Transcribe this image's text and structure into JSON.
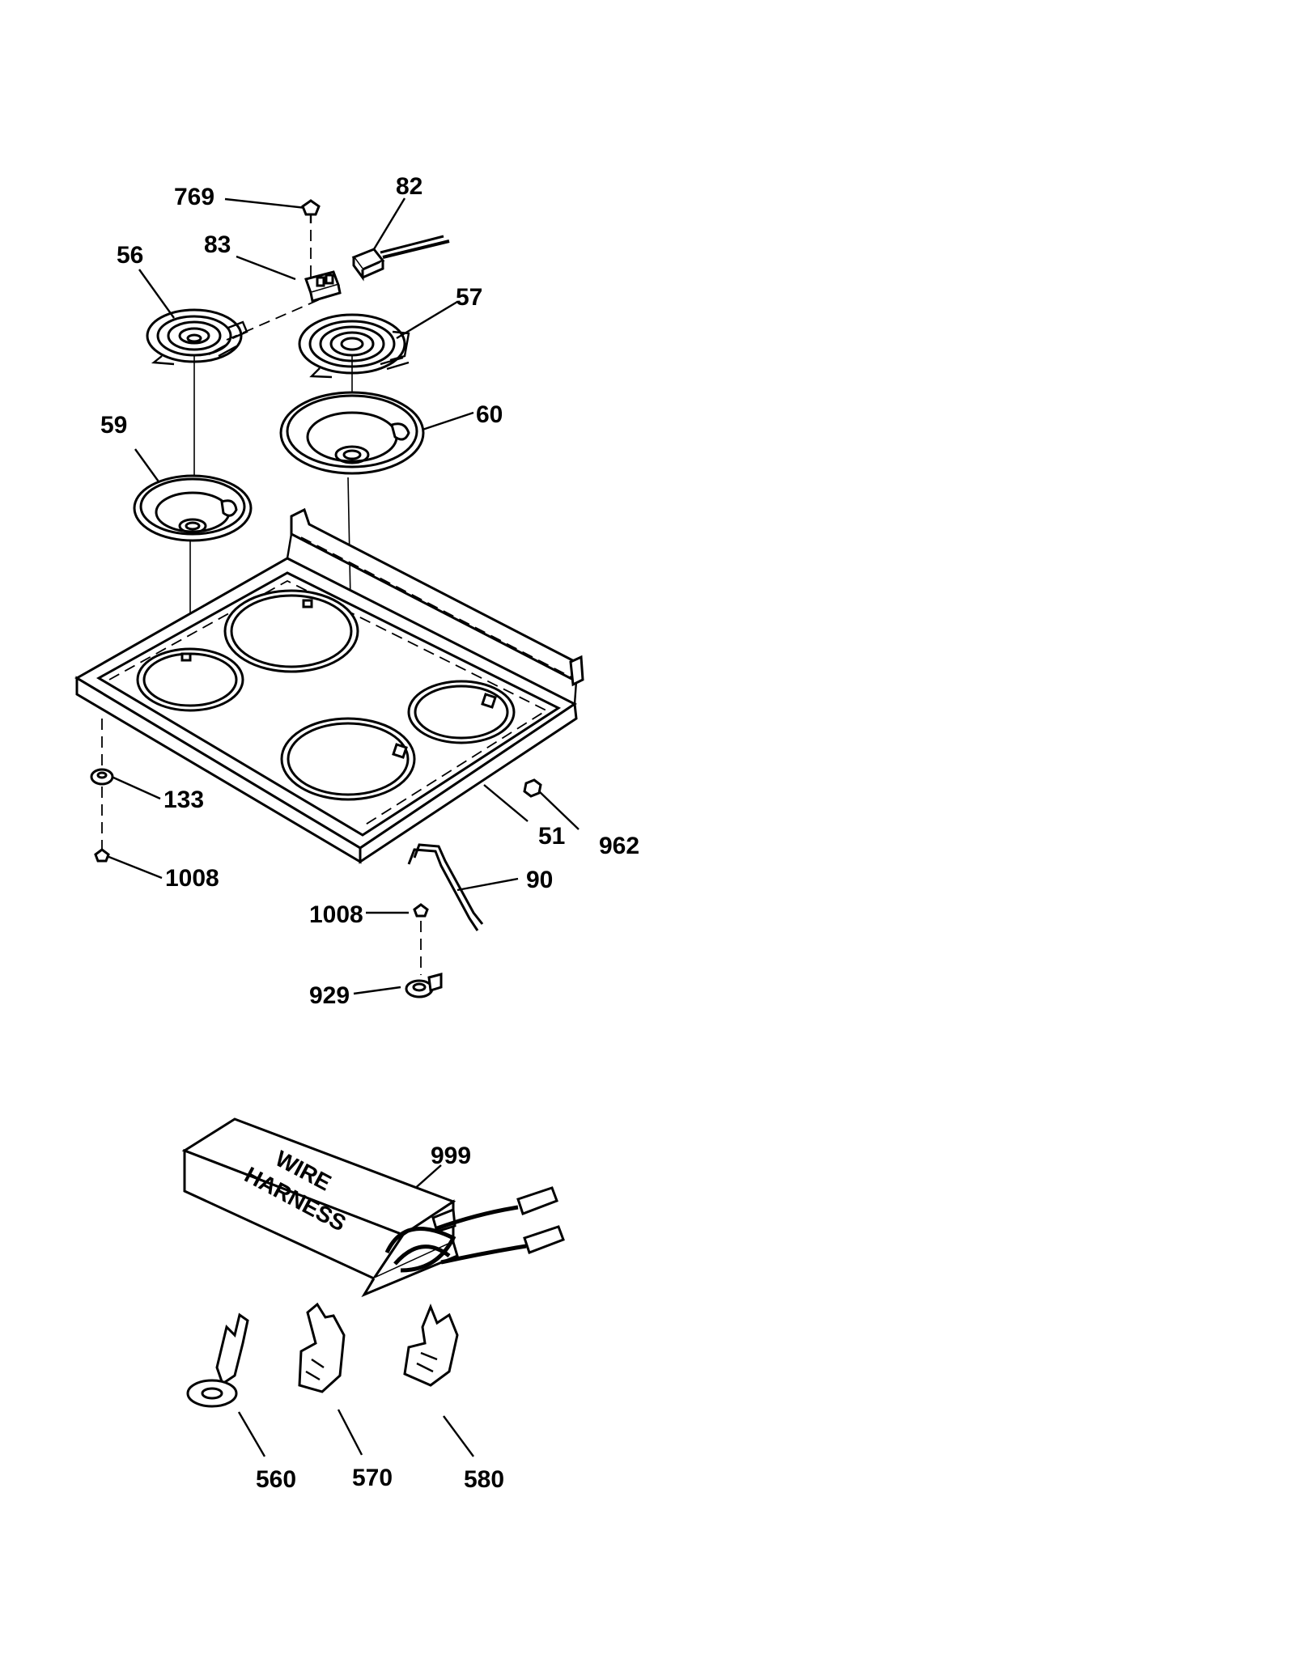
{
  "diagram": {
    "labels": {
      "p769": "769",
      "p82": "82",
      "p83": "83",
      "p56": "56",
      "p57": "57",
      "p59": "59",
      "p60": "60",
      "p133": "133",
      "p1008a": "1008",
      "p51": "51",
      "p962": "962",
      "p90": "90",
      "p1008b": "1008",
      "p929": "929",
      "p999": "999",
      "p560": "560",
      "p570": "570",
      "p580": "580"
    },
    "harness_box": {
      "line1": "WIRE",
      "line2": "HARNESS"
    }
  }
}
